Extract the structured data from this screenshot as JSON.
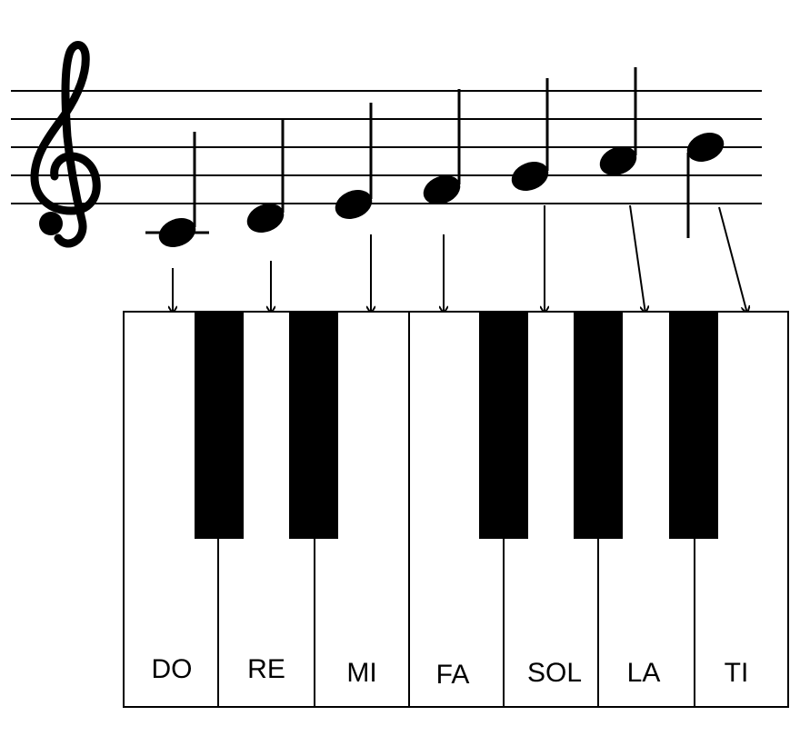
{
  "diagram": {
    "clef": "treble-clef",
    "notes": [
      {
        "solfege": "DO",
        "label": "DO"
      },
      {
        "solfege": "RE",
        "label": "RE"
      },
      {
        "solfege": "MI",
        "label": "MI"
      },
      {
        "solfege": "FA",
        "label": "FA"
      },
      {
        "solfege": "SOL",
        "label": "SOL"
      },
      {
        "solfege": "LA",
        "label": "LA"
      },
      {
        "solfege": "TI",
        "label": "TI"
      }
    ],
    "colors": {
      "ink": "#000000",
      "paper": "#ffffff"
    }
  }
}
